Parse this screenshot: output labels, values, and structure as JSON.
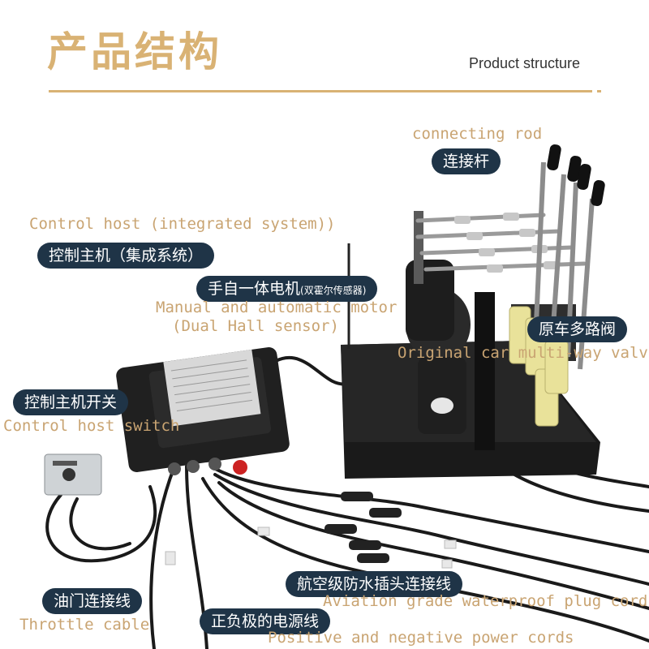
{
  "header": {
    "title_cn": "产品结构",
    "title_en": "Product structure"
  },
  "labels": {
    "connecting_rod_en": "connecting rod",
    "connecting_rod_cn": "连接杆",
    "control_host_en": "Control host (integrated system))",
    "control_host_cn": "控制主机（集成系统）",
    "motor_cn": "手自一体电机",
    "motor_cn_small": "(双霍尔传感器)",
    "motor_en_line1": "Manual and automatic motor",
    "motor_en_line2": "(Dual Hall sensor)",
    "valve_cn": "原车多路阀",
    "valve_en": "Original car multi-way valve",
    "switch_cn": "控制主机开关",
    "switch_en": "Control host switch",
    "plug_cn": "航空级防水插头连接线",
    "plug_en": "Aviation grade waterproof plug cord",
    "throttle_cn": "油门连接线",
    "throttle_en": "Throttle cable",
    "power_cn": "正负极的电源线",
    "power_en": "Positive and negative power cords"
  },
  "colors": {
    "gold": "#d9b274",
    "pill_bg": "#1f3447",
    "en_text": "#c9a472"
  }
}
